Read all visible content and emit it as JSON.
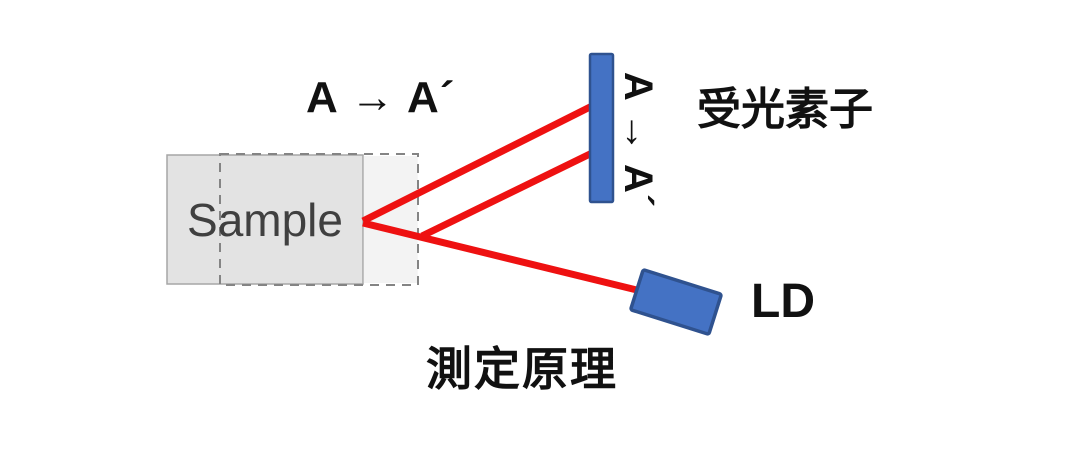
{
  "diagram": {
    "title": "測定原理",
    "sample_label": "Sample",
    "beam_shift_label": "A → A´",
    "detector_shift_label": "A → A´",
    "detector_label": "受光素子",
    "laser_label": "LD"
  },
  "colors": {
    "beam": "#ee1111",
    "device_fill": "#4472c4",
    "device_border": "#2f528f",
    "sample_fill": "#e3e3e3",
    "sample_shifted_fill": "#f3f3f3",
    "sample_border": "#a6a6a6",
    "dashed_border": "#848484",
    "label_text": "#111111",
    "sample_text": "#404040"
  }
}
